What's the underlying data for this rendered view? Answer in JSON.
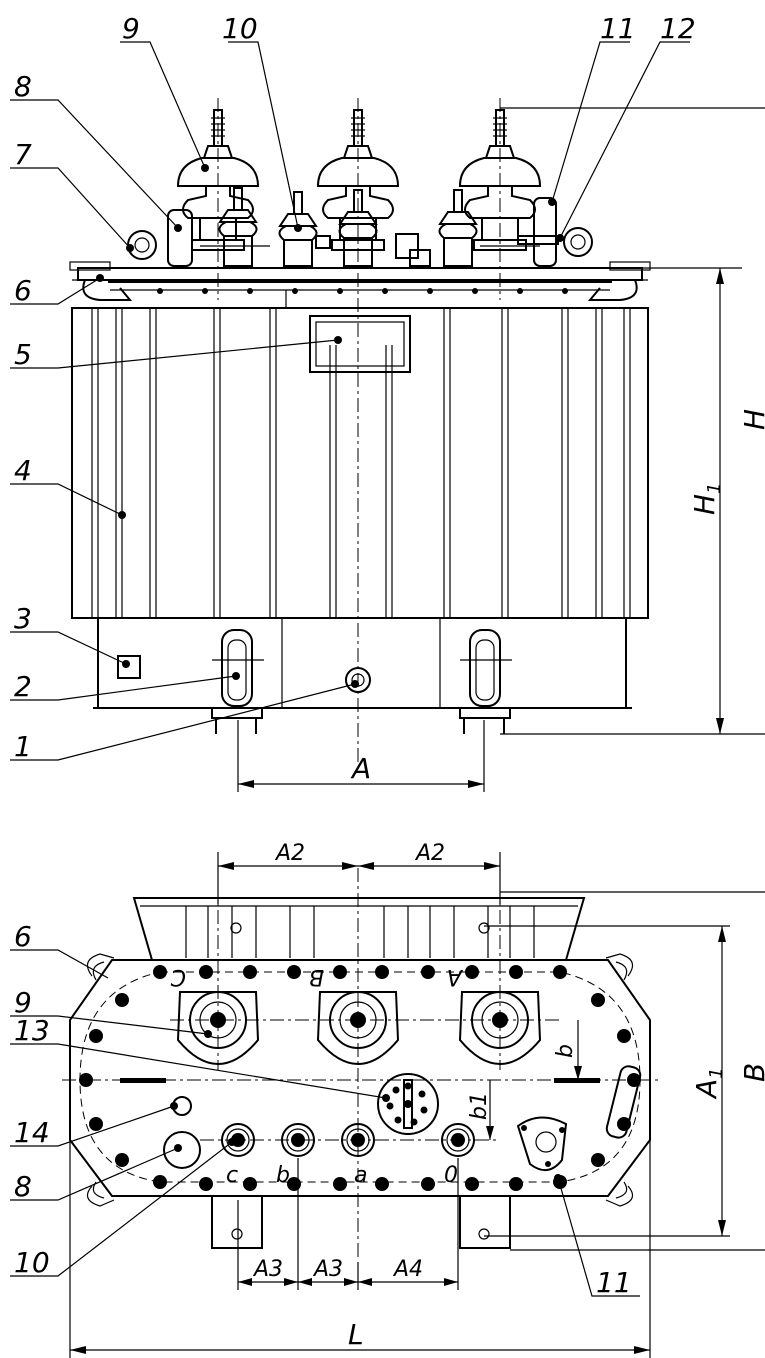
{
  "callouts_front": [
    "9",
    "10",
    "11",
    "12",
    "8",
    "7",
    "6",
    "5",
    "4",
    "3",
    "2",
    "1"
  ],
  "callouts_top": [
    "6",
    "9",
    "13",
    "14",
    "8",
    "10",
    "11"
  ],
  "dims_front": {
    "A": "A",
    "H": "H",
    "H1": "H",
    "H1_sub": "1"
  },
  "dims_top": {
    "A2_left": "A2",
    "A2_right": "A2",
    "A3_left": "A3",
    "A3_right": "A3",
    "A4": "A4",
    "L": "L",
    "B": "B",
    "A1": "A",
    "A1_sub": "1",
    "b": "b",
    "b1": "b1"
  },
  "phase_upper": [
    "C",
    "B",
    "A"
  ],
  "phase_lower": [
    "c",
    "b",
    "a",
    "0"
  ]
}
